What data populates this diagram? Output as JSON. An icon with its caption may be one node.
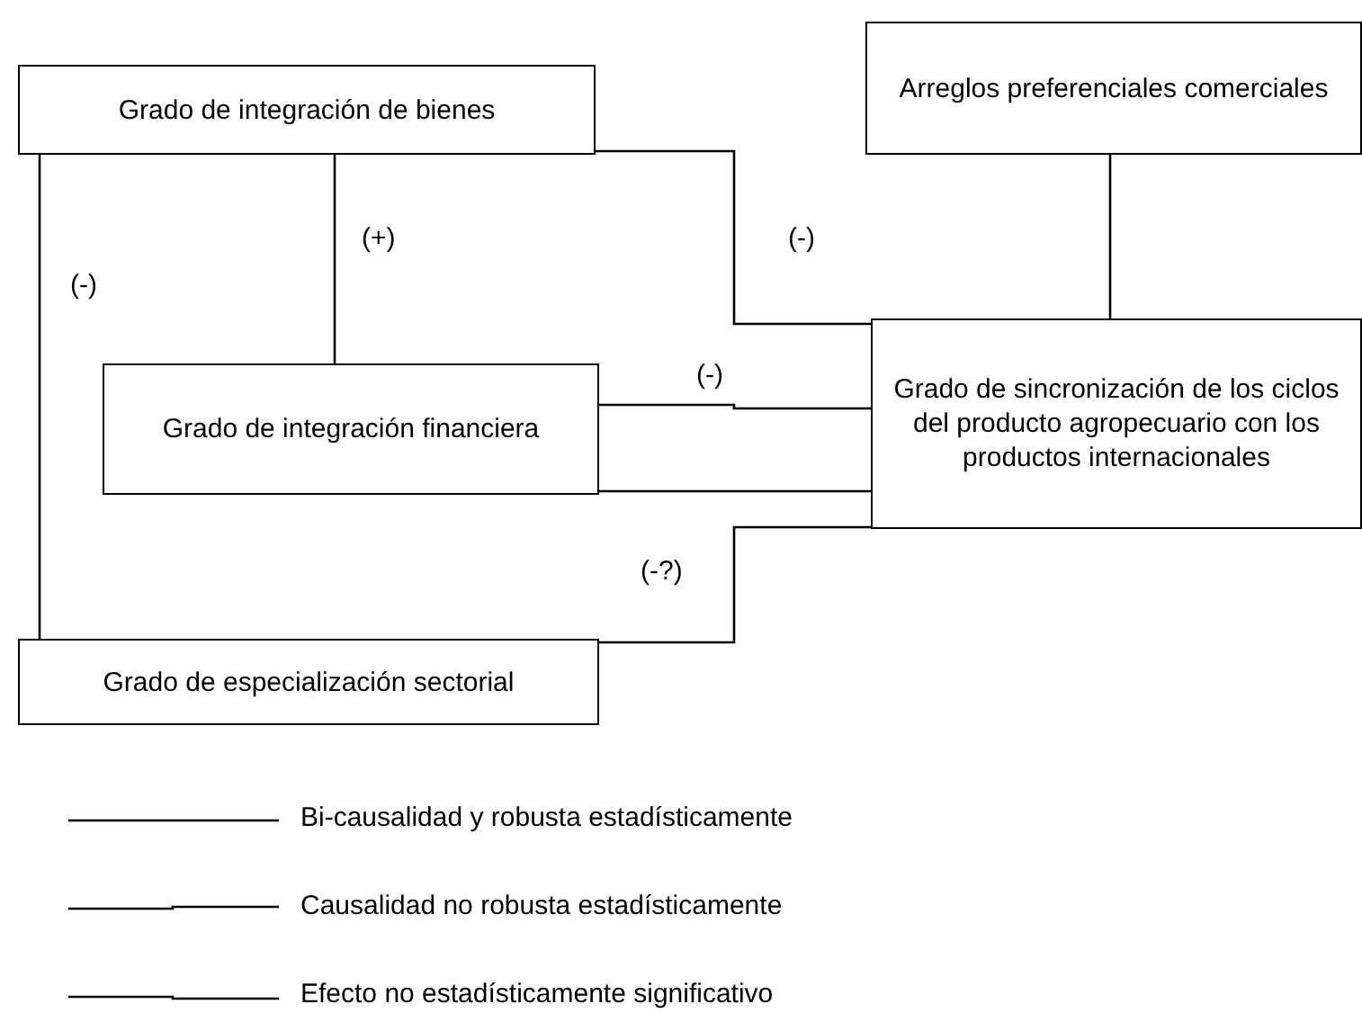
{
  "diagram": {
    "nodes": [
      {
        "text": [
          "Grado de integración de bienes"
        ]
      },
      {
        "text": [
          "Arreglos preferenciales comerciales"
        ]
      },
      {
        "text": [
          "Grado de integración financiera"
        ]
      },
      {
        "text": [
          "Grado de sincronización de los ciclos del producto agropecuario con los productos internacionales"
        ]
      },
      {
        "text": [
          "Grado de especialización sectorial"
        ]
      }
    ],
    "edges": [
      {
        "from": 0,
        "to": 2,
        "arrow": "none",
        "label": "(+)"
      },
      {
        "from": 0,
        "to": 3,
        "arrow": "none",
        "label": "(-)"
      },
      {
        "from": 0,
        "to": 4,
        "arrow": "none",
        "label": "(-)"
      },
      {
        "from": 1,
        "to": 3,
        "arrow": "none"
      },
      {
        "from": 2,
        "to": 3,
        "arrow": "none",
        "label": "(-)"
      },
      {
        "from": 2,
        "to": 3,
        "arrow": "none"
      },
      {
        "from": 4,
        "to": 3,
        "arrow": "none",
        "label": "(-?)"
      }
    ],
    "legend": [
      {
        "text": "Bi-causalidad y robusta estadísticamente"
      },
      {
        "text": "Causalidad no robusta estadísticamente"
      },
      {
        "text": "Efecto no estadísticamente significativo"
      }
    ]
  }
}
